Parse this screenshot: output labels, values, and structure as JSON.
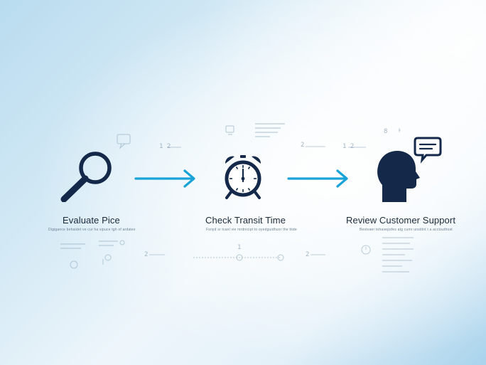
{
  "steps": [
    {
      "label": "Evaluate Pice",
      "sublabel": "Digigance behaidet ve cur ha sipuce tgh of ardates",
      "icon": "magnifying-glass-icon"
    },
    {
      "label": "Check Transit Time",
      "sublabel": "Fsnyd sr tcanl vie mrdnicipt to oyedguidhuor the ttide",
      "icon": "alarm-clock-icon"
    },
    {
      "label": "Review Customer Support",
      "sublabel": "Bestvaer tohavepsfes atg cumr unsitlnt t a acctouthost",
      "icon": "head-speech-bubble-icon"
    }
  ],
  "decor": {
    "num_1_2": "1 2",
    "num_2_a": "2",
    "num_1_2b": "1 2",
    "num_1": "1",
    "num_8": "8",
    "num_2_b": "2",
    "num_2_c": "2"
  },
  "colors": {
    "icon": "#14294a",
    "arrow": "#1aa3d8",
    "text": "#1b2a3a"
  }
}
